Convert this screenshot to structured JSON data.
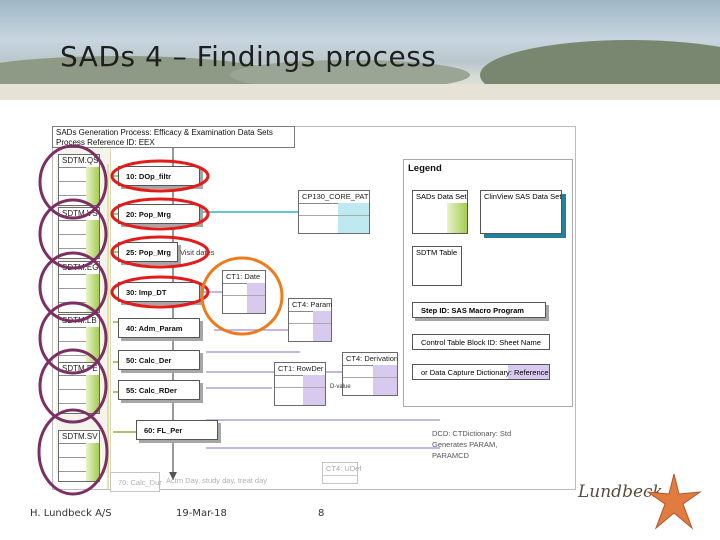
{
  "slide": {
    "title": "SADs 4 – Findings process",
    "footer_left": "H. Lundbeck A/S",
    "footer_center": "19-Mar-18",
    "footer_right": "8",
    "logo_text": "Lundbeck"
  },
  "diagram": {
    "gen_line1": "SADs Generation Process: Efficacy & Examination Data Sets",
    "gen_line2": "Process Reference ID: EEX",
    "sdtm": [
      "SDTM.QS",
      "SDTM.VS",
      "SDTM.EG",
      "SDTM.LB",
      "SDTM.PE",
      "SDTM.SV"
    ],
    "steps": [
      "10: DOp_filtr",
      "20: Pop_Mrg",
      "25: Pop_Mrg",
      "30: Imp_DT",
      "40: Adm_Param",
      "50: Calc_Der",
      "55: Calc_RDer",
      "60: FL_Per",
      "70: Calc_Dur"
    ],
    "step_notes": {
      "visit_dates": "Visit dates",
      "day_calc": "Actm Day, study day, treat day",
      "derivation_small": "D-value"
    },
    "cts": {
      "core": "CP130_CORE_PAT",
      "date": "CT1: Date",
      "param": "CT4: Param",
      "deriv": "CT4: Derivation",
      "rowder": "CT1: RowDer",
      "udef": "CT4: UDef"
    },
    "legend": {
      "title": "Legend",
      "sads_data_set": "SADs Data Set",
      "clinview": "ClinView SAS Data Set",
      "sdtm_table": "SDTM Table",
      "step_macro": "Step ID: SAS Macro Program",
      "control_table": "Control Table Block ID: Sheet Name",
      "dcd_ref": "or Data Capture Dictionary: Reference"
    },
    "dcd": {
      "line1": "DCD: CTDictionary: Std",
      "line2": "Generates PARAM,",
      "line3": "PARAMCD"
    }
  },
  "colors": {
    "highlight_purple": "#7b2f63",
    "highlight_red": "#e31b1b",
    "highlight_orange": "#f07a1a",
    "flow_green": "#8fb33a",
    "flow_cyan": "#2db3c7",
    "flow_lavender": "#b39ee0",
    "sds_green": "#a5cc54",
    "ct_lavender": "#d8c9ee",
    "clinview_teal": "#23809c"
  }
}
